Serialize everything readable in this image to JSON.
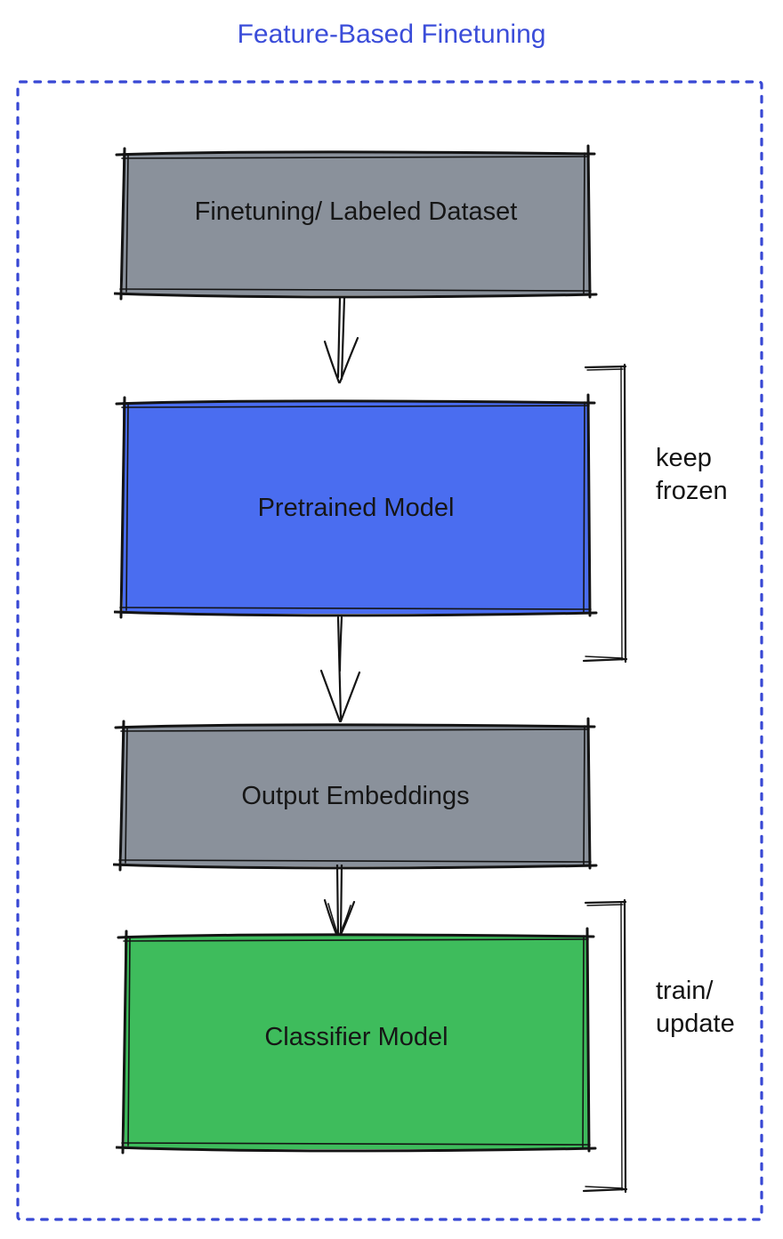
{
  "title": "Feature-Based Finetuning",
  "colors": {
    "title_blue": "#3b4dd9",
    "frame_blue": "#3848d4",
    "node_gray": "#8a919b",
    "node_blue": "#4a6df0",
    "node_green": "#3ebc5c",
    "ink": "#141414"
  },
  "nodes": [
    {
      "id": "finetuning-dataset",
      "label": "Finetuning/ Labeled Dataset",
      "fill": "gray"
    },
    {
      "id": "pretrained-model",
      "label": "Pretrained Model",
      "fill": "blue"
    },
    {
      "id": "output-embeddings",
      "label": "Output Embeddings",
      "fill": "gray"
    },
    {
      "id": "classifier-model",
      "label": "Classifier Model",
      "fill": "green"
    }
  ],
  "edges": [
    {
      "from": "finetuning-dataset",
      "to": "pretrained-model"
    },
    {
      "from": "pretrained-model",
      "to": "output-embeddings"
    },
    {
      "from": "output-embeddings",
      "to": "classifier-model"
    }
  ],
  "annotations": [
    {
      "id": "keep-frozen",
      "label": "keep\nfrozen",
      "target": "pretrained-model"
    },
    {
      "id": "train-update",
      "label": "train/\nupdate",
      "target": "classifier-model"
    }
  ]
}
